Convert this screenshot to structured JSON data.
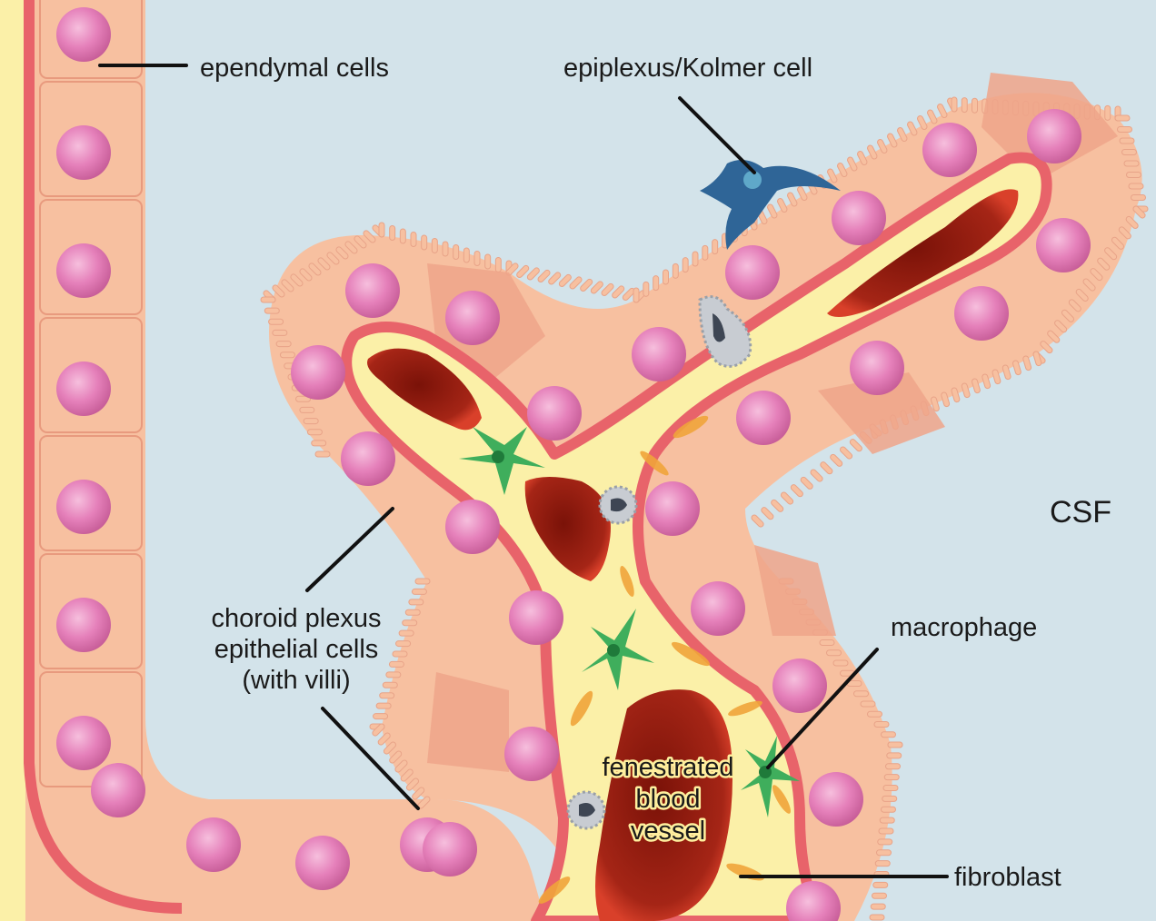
{
  "labels": {
    "ependymal": "ependymal cells",
    "kolmer": "epiplexus/Kolmer cell",
    "csf": "CSF",
    "choroid_line1": "choroid plexus",
    "choroid_line2": "epithelial cells",
    "choroid_line3": "(with villi)",
    "macrophage": "macrophage",
    "vessel_line1": "fenestrated",
    "vessel_line2": "blood",
    "vessel_line3": "vessel",
    "fibroblast": "fibroblast"
  },
  "colors": {
    "csf_background": "#d3e3ea",
    "stroma": "#fbf0a8",
    "basement_membrane": "#e8636a",
    "cell_cytoplasm": "#f7c0a0",
    "cell_dark": "#eea58a",
    "nucleus": "#e37bb4",
    "blood": "#9e1f12",
    "kolmer_cell": "#2f6597",
    "fibroblast": "#3fae5c",
    "immune_cell": "#c8ccd2"
  }
}
